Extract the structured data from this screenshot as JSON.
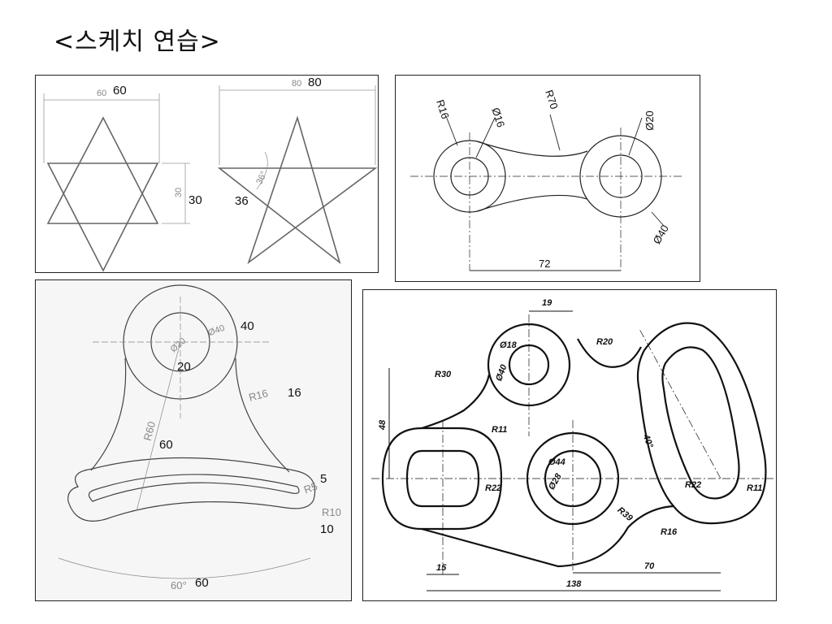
{
  "title": "<스케치 연습>",
  "panel_stars": {
    "hex_small": "60",
    "hex_big": "60",
    "hex_h_small": "30",
    "hex_h_big": "30",
    "star_small": "80",
    "star_big": "80",
    "angle_small": "36°",
    "angle_big": "36"
  },
  "panel_link": {
    "r16": "R16",
    "d16": "Ø16",
    "r70": "R70",
    "d20": "Ø20",
    "d40": "Ø40",
    "dist": "72"
  },
  "panel_bracket": {
    "d20": "Ø20",
    "d20_big": "20",
    "d40": "Ø40",
    "d40_big": "40",
    "r16": "R16",
    "r16_big": "16",
    "r60": "R60",
    "r60_big": "60",
    "r5": "R5",
    "r5_big": "5",
    "r10": "R10",
    "r10_big": "10",
    "ang": "60°",
    "ang_big": "60"
  },
  "panel_complex": {
    "d19": "19",
    "r20": "R20",
    "d18": "Ø18",
    "d40": "Ø40",
    "r30": "R30",
    "h48": "48",
    "r11a": "R11",
    "a40": "40°",
    "d44": "Ø44",
    "d28": "Ø28",
    "r22a": "R22",
    "r22b": "R22",
    "r11b": "R11",
    "r39": "R39",
    "r16": "R16",
    "d15": "15",
    "d70": "70",
    "d138": "138"
  }
}
